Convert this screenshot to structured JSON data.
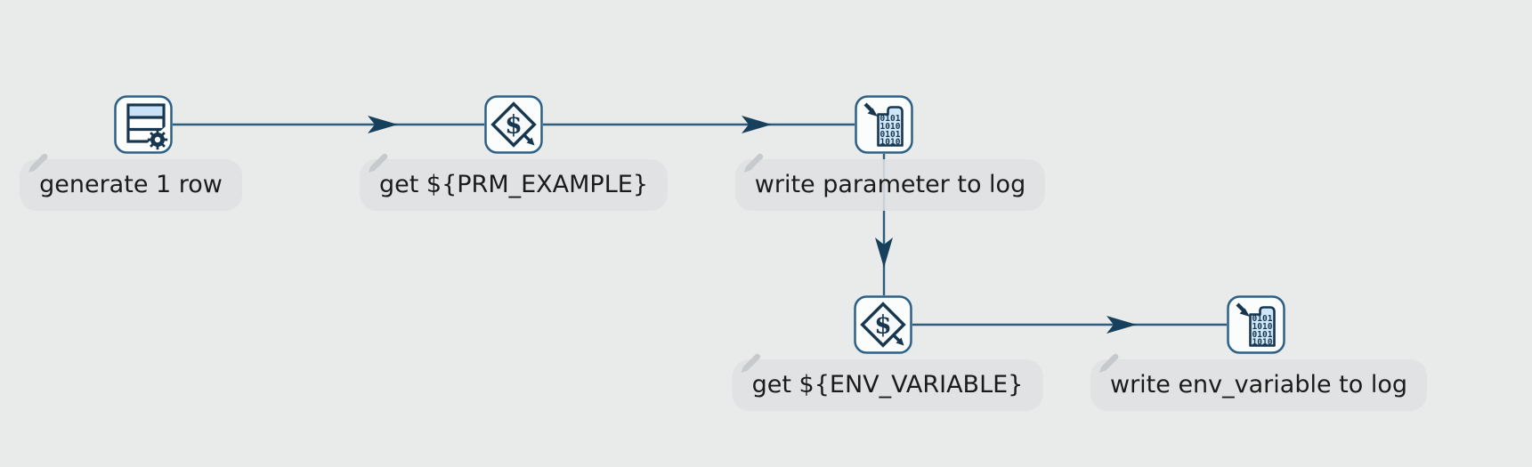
{
  "app": {
    "name": "pipeline-canvas",
    "description": "data pipeline editor canvas with five connected steps"
  },
  "colors": {
    "background": "#e9eaea",
    "node_border": "#2d6086",
    "node_fill": "#fbfcfc",
    "glyph": "#17364f",
    "hop_line": "#2c5d7d",
    "hop_arrow": "#16405c",
    "label_bg": "#e2e3e5",
    "label_text": "#1b1b1b",
    "doc_fill": "#cfe6f8",
    "table_header_fill": "#c9e2f7",
    "pencil": "#c7cacc"
  },
  "icons": {
    "dollar": "$",
    "log_lines": [
      "0101",
      "1010",
      "0101",
      "1010"
    ]
  },
  "nodes": [
    {
      "name": "generate-1-row",
      "label": "generate 1 row",
      "type": "data-grid"
    },
    {
      "name": "get-prm-example",
      "label": "get ${PRM_EXAMPLE}",
      "type": "get-variables"
    },
    {
      "name": "write-parameter-to-log",
      "label": "write parameter to log",
      "type": "write-to-log"
    },
    {
      "name": "get-env-variable",
      "label": "get ${ENV_VARIABLE}",
      "type": "get-variables"
    },
    {
      "name": "write-env-variable-to-log",
      "label": "write env_variable to log",
      "type": "write-to-log"
    }
  ],
  "hops": [
    {
      "from": "generate-1-row",
      "to": "get-prm-example"
    },
    {
      "from": "get-prm-example",
      "to": "write-parameter-to-log"
    },
    {
      "from": "write-parameter-to-log",
      "to": "get-env-variable"
    },
    {
      "from": "get-env-variable",
      "to": "write-env-variable-to-log"
    }
  ]
}
